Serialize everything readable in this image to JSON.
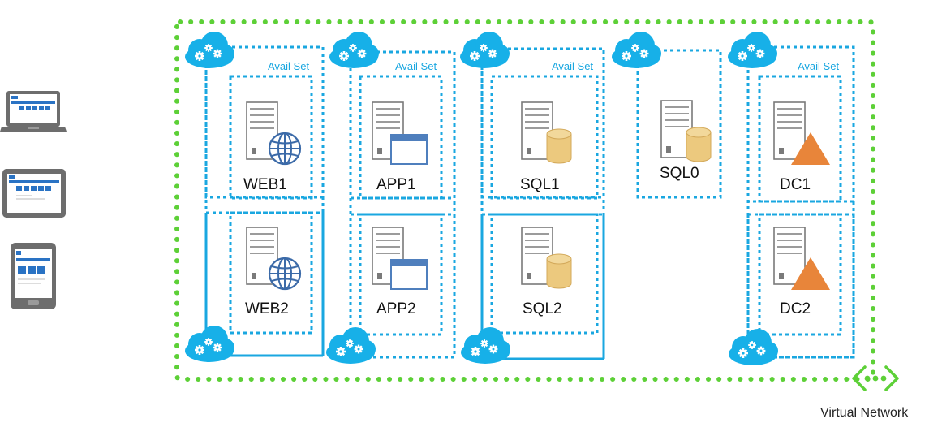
{
  "colors": {
    "network_border": "#5dd037",
    "availset_border": "#1aa7e0",
    "cloud": "#17b0e8",
    "gear": "#ffffff",
    "server_outline": "#7a7a7a",
    "database": "#ecc97e",
    "triangle": "#e8853a",
    "app_window": "#4f7fbd",
    "globe": "#3b6aa8",
    "device": "#6d6d6d"
  },
  "clients": [
    {
      "name": "laptop",
      "icon": "laptop-icon"
    },
    {
      "name": "tablet",
      "icon": "tablet-icon"
    },
    {
      "name": "phone",
      "icon": "phone-icon"
    }
  ],
  "availability_sets": [
    {
      "label": "Avail Set",
      "tier": "web"
    },
    {
      "label": "Avail Set",
      "tier": "app"
    },
    {
      "label": "Avail Set",
      "tier": "sql"
    },
    {
      "label": "Avail Set",
      "tier": "dc"
    }
  ],
  "vms": {
    "web1": "WEB1",
    "web2": "WEB2",
    "app1": "APP1",
    "app2": "APP2",
    "sql1": "SQL1",
    "sql2": "SQL2",
    "sql0": "SQL0",
    "dc1": "DC1",
    "dc2": "DC2"
  },
  "network": {
    "label": "Virtual Network",
    "icon": "virtual-network-icon"
  }
}
